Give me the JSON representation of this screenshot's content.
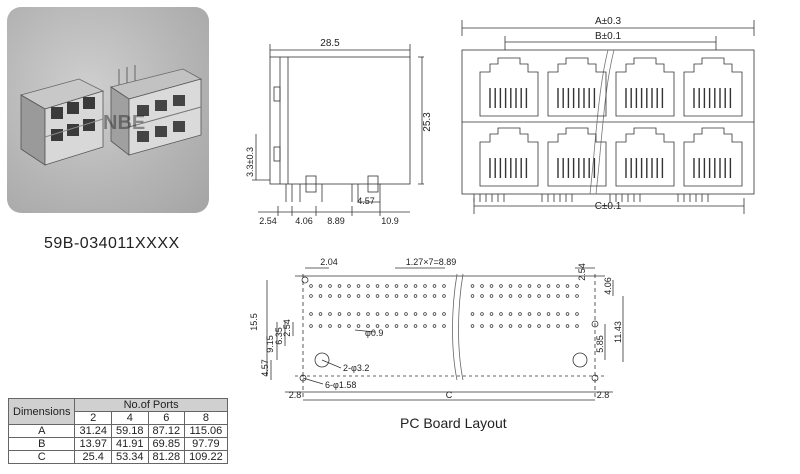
{
  "part_number": "59B-034011XXXX",
  "photo_watermark": "NBE",
  "pcb_layout_label": "PC Board Layout",
  "side_view": {
    "width_dim": "28.5",
    "height_dim": "25.3",
    "pin_dim": "3.3±0.3",
    "bottom_dims": [
      "2.54",
      "4.06",
      "8.89",
      "10.9"
    ],
    "lower_dim": "4.57"
  },
  "front_view": {
    "dim_a": "A±0.3",
    "dim_b": "B±0.1",
    "dim_c": "C±0.1"
  },
  "pcb": {
    "dims": {
      "top_left": "2.04",
      "pitch": "1.27×7=8.89",
      "top_right": "2.54",
      "right_top": "4.06",
      "left_total": "15.5",
      "left_9_15": "9.15",
      "left_6_35": "6.35",
      "left_2_54": "2.54",
      "left_4_57": "4.57",
      "right_11_43": "11.43",
      "right_5_85": "5.85",
      "bottom_left": "2.8",
      "bottom_c": "C",
      "bottom_right": "2.8"
    },
    "notes": {
      "hole_small": "φ0.9",
      "hole_mid": "2-φ3.2",
      "hole_large": "6-φ1.58"
    }
  },
  "dimension_table": {
    "row_header": "Dimensions",
    "group_header": "No.of Ports",
    "port_counts": [
      "2",
      "4",
      "6",
      "8"
    ],
    "rows": [
      {
        "label": "A",
        "values": [
          "31.24",
          "59.18",
          "87.12",
          "115.06"
        ]
      },
      {
        "label": "B",
        "values": [
          "13.97",
          "41.91",
          "69.85",
          "97.79"
        ]
      },
      {
        "label": "C",
        "values": [
          "25.4",
          "53.34",
          "81.28",
          "109.22"
        ]
      }
    ]
  }
}
